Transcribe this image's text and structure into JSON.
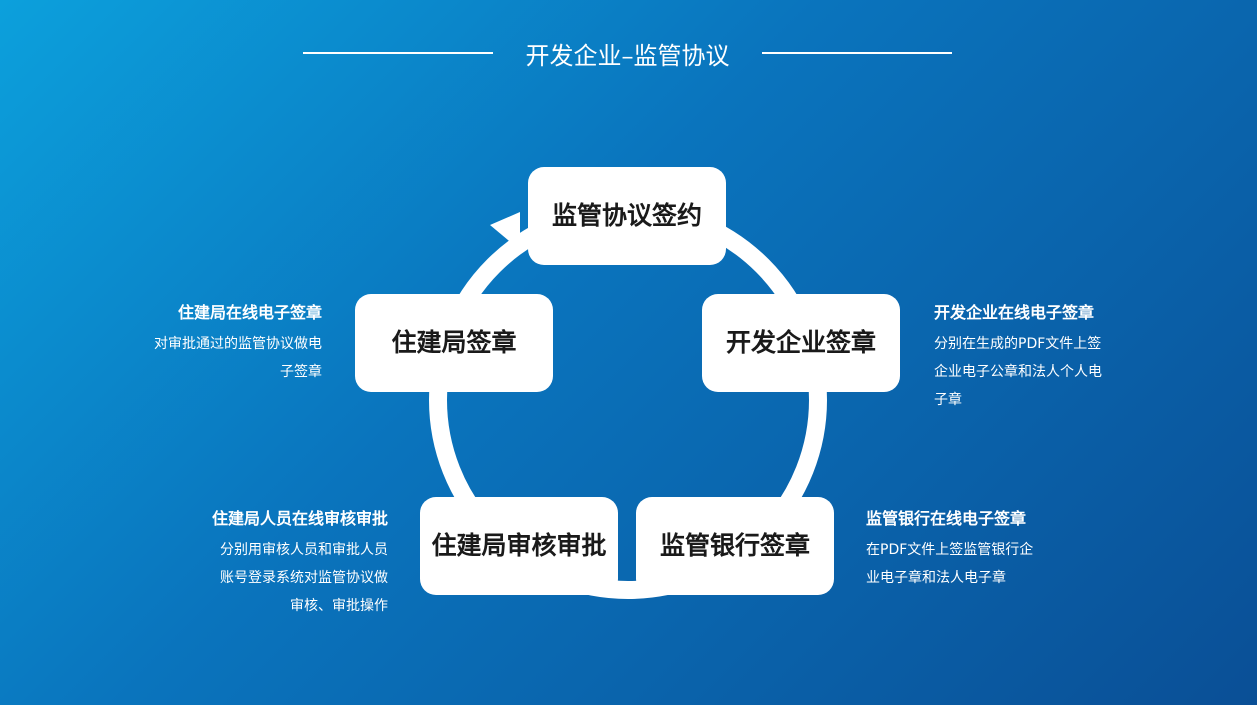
{
  "header": {
    "title": "开发企业–监管协议"
  },
  "cycle": {
    "steps": [
      {
        "label": "监管协议签约"
      },
      {
        "label": "开发企业签章"
      },
      {
        "label": "监管银行签章"
      },
      {
        "label": "住建局审核审批"
      },
      {
        "label": "住建局签章"
      }
    ]
  },
  "notes": [
    {
      "title": "住建局在线电子签章",
      "lines": [
        "对审批通过的监管协议做电",
        "子签章"
      ]
    },
    {
      "title": "开发企业在线电子签章",
      "lines": [
        "分别在生成的PDF文件上签",
        "企业电子公章和法人个人电",
        "子章"
      ]
    },
    {
      "title": "住建局人员在线审核审批",
      "lines": [
        "分别用审核人员和审批人员",
        "账号登录系统对监管协议做",
        "审核、审批操作"
      ]
    },
    {
      "title": "监管银行在线电子签章",
      "lines": [
        "在PDF文件上签监管银行企",
        "业电子章和法人电子章"
      ]
    }
  ],
  "colors": {
    "background_start": "#0ca0dc",
    "background_end": "#0a4f96",
    "box": "#ffffff",
    "ring": "#ffffff"
  }
}
